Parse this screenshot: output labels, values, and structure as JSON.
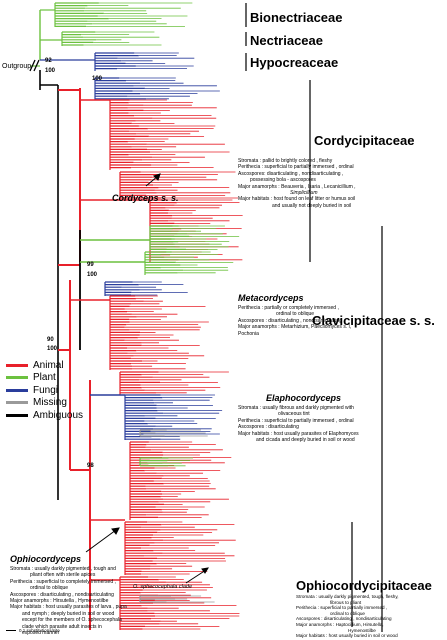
{
  "colors": {
    "animal": "#e8202a",
    "plant": "#6cc13f",
    "fungi": "#2a3d9c",
    "missing": "#9a9a9a",
    "ambiguous": "#000000"
  },
  "legend": [
    {
      "label": "Animal",
      "color": "#e8202a"
    },
    {
      "label": "Plant",
      "color": "#6cc13f"
    },
    {
      "label": "Fungi",
      "color": "#2a3d9c"
    },
    {
      "label": "Missing",
      "color": "#9a9a9a"
    },
    {
      "label": "Ambiguous",
      "color": "#000000"
    }
  ],
  "outgroup": "Outgroup",
  "families": {
    "bionectriaceae": "Bionectriaceae",
    "nectriaceae": "Nectriaceae",
    "hypocreaceae": "Hypocreaceae",
    "cordycipitaceae": "Cordycipitaceae",
    "clavicipitaceae": "Clavicipitaceae s. s.",
    "ophiocordycipitaceae": "Ophiocordycipitaceae"
  },
  "subclades": {
    "cordyceps_ss": "Cordyceps s. s.",
    "metacordyceps": "Metacordyceps",
    "elaphocordyceps": "Elaphocordyceps",
    "ophiocordyceps": "Ophiocordyceps",
    "o_sphecocephala_clade": "O. sphecocephala clade"
  },
  "bootstrap": {
    "b92": "92",
    "b100a": "100",
    "b100b": "100",
    "b99": "99",
    "b100c": "100",
    "b90": "90",
    "b100d": "100",
    "b98": "98"
  },
  "descriptions": {
    "cordycipitaceae": [
      "Stromata : pallid to brightly colored , fleshy",
      "Perithecia : superficial to partially immersed , ordinal",
      "Ascospores: disarticulating , nondisarticulating ,",
      "possessing bola - ascospores",
      "Major anamorphs : Beauveria , Isaria , Lecanicillium ,",
      "Simplicillium",
      "Major habitats : host found on leaf litter or humus soil",
      "and usually not deeply buried in soil"
    ],
    "metacordyceps": [
      "Perithecia : partially or completely immersed ,",
      "ordinal to oblique",
      "Ascospores : disarticulating , nondisarticulating",
      "Major anamorphs : Metarhizium, Paecilomyces s. l,",
      "Pochonia"
    ],
    "elaphocordyceps": [
      "Stromata : usually fibrous and darkly pigmented with",
      "olivaceous tint",
      "Perithecia : superficial to partially immersed , ordinal",
      "Ascospores : disarticulating",
      "Major habitats : host usually parasites of Elaphomyces",
      "and cicada and deeply buried in soil or wood"
    ],
    "ophiocordyceps": [
      "Stromata : usually darkly pigmented , tough and",
      "pliant often with sterile apices",
      "Perithecia : superficial to completely immersed ,",
      "ordinal to oblique",
      "Ascospores : disarticulating , nondisarticulating",
      "Major anamorphs : Hirsutella , Hymenostilbe",
      "Major habitats : host usually parasites of larva , pupa",
      "and nymph ; deeply buried in soil or wood",
      "except for the members of O. sphecocephala",
      "clade which parasite adult insects in",
      "exposed manner"
    ],
    "ophiocordycipitaceae": [
      "Stromata : usually darkly pigmented, tough, fleshy,",
      "fibrous to pliant",
      "Perithecia : superficial to partially immersed ,",
      "ordinal to oblique",
      "Ascospores : disarticulating , nondisarticulating",
      "Major anamorphs : Haptocillium, Hirsutella,",
      "Hymenostilbe",
      "Major habitats : host usually buried in soil or wood"
    ]
  },
  "scale_label": "0.1 substitutions/site"
}
